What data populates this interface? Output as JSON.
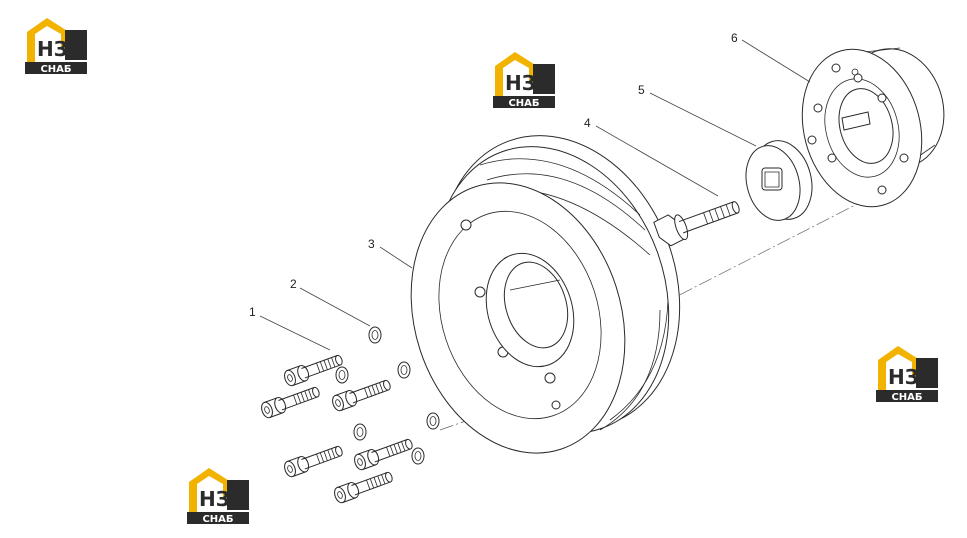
{
  "brand": {
    "monogram": "НЗ",
    "caption": "СНАБ",
    "colors": {
      "yellow": "#f2b300",
      "dark": "#2b2b2b",
      "white": "#ffffff"
    }
  },
  "callouts": [
    "1",
    "2",
    "3",
    "4",
    "5",
    "6"
  ],
  "colors": {
    "linework": "#2a2a2a",
    "background": "#ffffff"
  }
}
